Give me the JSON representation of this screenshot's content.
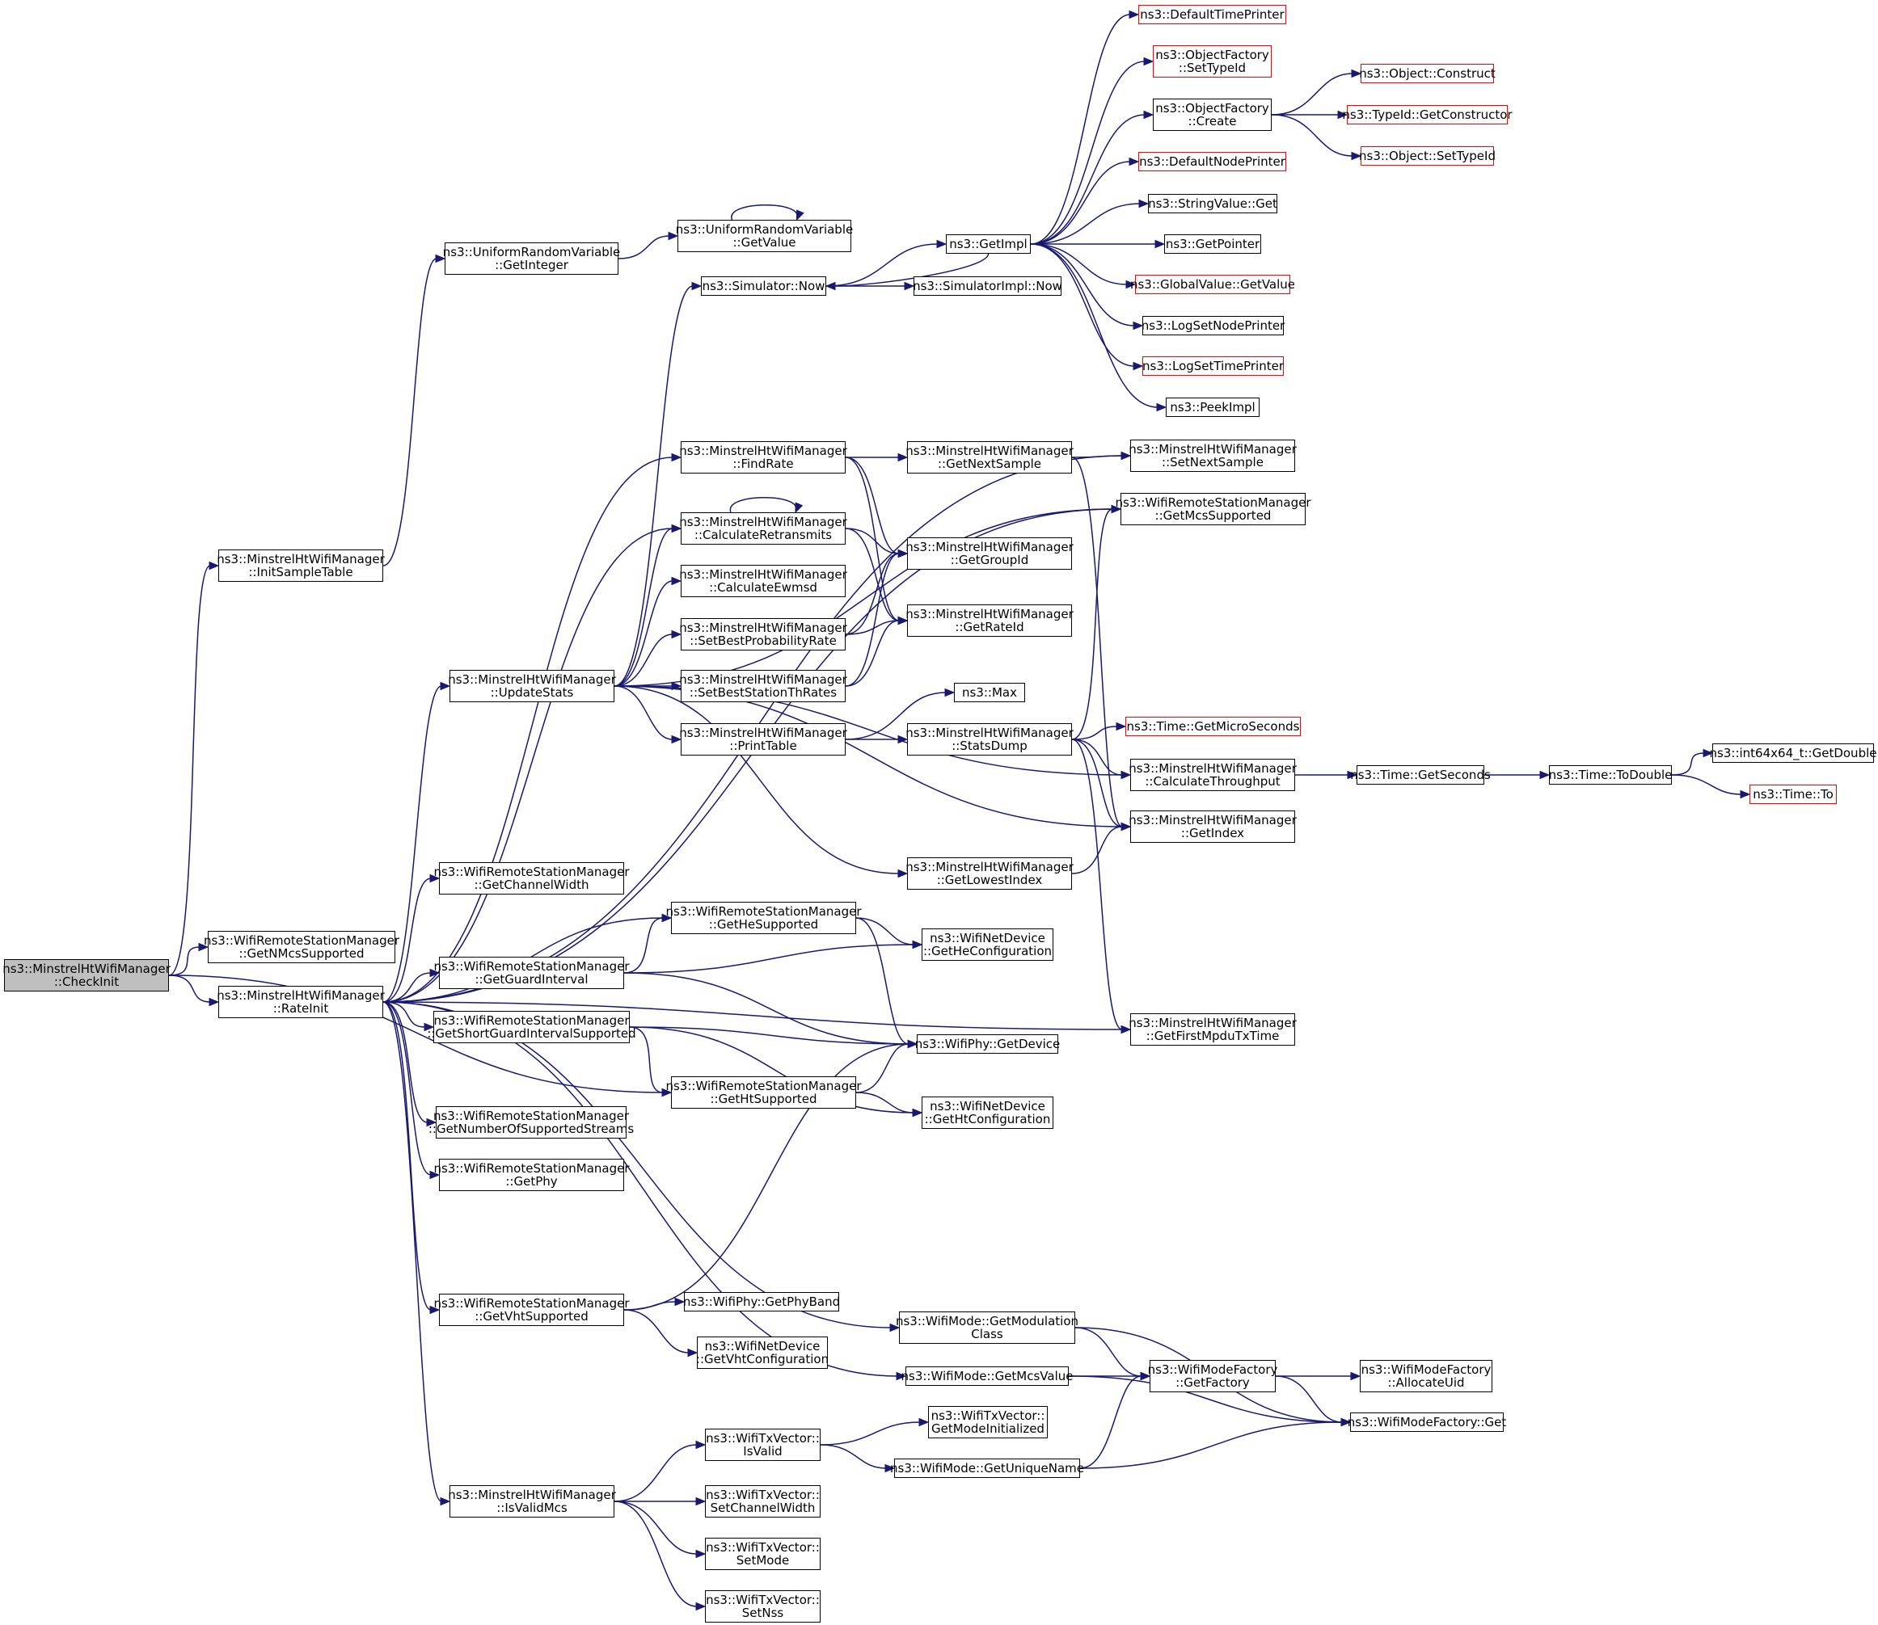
{
  "colors": {
    "edge": "#191970",
    "node_border": "#000000",
    "incomplete_border": "#ff0000",
    "root_fill": "#bfbfbf"
  },
  "nodes": {
    "checkinit": [
      "ns3::MinstrelHtWifiManager",
      "::CheckInit"
    ],
    "initsampletable": [
      "ns3::MinstrelHtWifiManager",
      "::InitSampleTable"
    ],
    "getnmcs": [
      "ns3::WifiRemoteStationManager",
      "::GetNMcsSupported"
    ],
    "rateinit": [
      "ns3::MinstrelHtWifiManager",
      "::RateInit"
    ],
    "urv_getinteger": [
      "ns3::UniformRandomVariable",
      "::GetInteger"
    ],
    "urv_getvalue": [
      "ns3::UniformRandomVariable",
      "::GetValue"
    ],
    "sim_now": [
      "ns3::Simulator::Now"
    ],
    "simimpl_now": [
      "ns3::SimulatorImpl::Now"
    ],
    "getimpl": [
      "ns3::GetImpl"
    ],
    "defaulttimeprinter": [
      "ns3::DefaultTimePrinter"
    ],
    "of_settypeid": [
      "ns3::ObjectFactory",
      "::SetTypeId"
    ],
    "of_create": [
      "ns3::ObjectFactory",
      "::Create"
    ],
    "obj_construct": [
      "ns3::Object::Construct"
    ],
    "typeid_getconstructor": [
      "ns3::TypeId::GetConstructor"
    ],
    "obj_settypeid": [
      "ns3::Object::SetTypeId"
    ],
    "defaultnodeprinter": [
      "ns3::DefaultNodePrinter"
    ],
    "stringvalue_get": [
      "ns3::StringValue::Get"
    ],
    "getpointer": [
      "ns3::GetPointer"
    ],
    "globalvalue_getvalue": [
      "ns3::GlobalValue::GetValue"
    ],
    "logsetnodeprinter": [
      "ns3::LogSetNodePrinter"
    ],
    "logsettimeprinter": [
      "ns3::LogSetTimePrinter"
    ],
    "peekimpl": [
      "ns3::PeekImpl"
    ],
    "setnextsample": [
      "ns3::MinstrelHtWifiManager",
      "::SetNextSample"
    ],
    "getmcssupported": [
      "ns3::WifiRemoteStationManager",
      "::GetMcsSupported"
    ],
    "findrate": [
      "ns3::MinstrelHtWifiManager",
      "::FindRate"
    ],
    "getnextsample": [
      "ns3::MinstrelHtWifiManager",
      "::GetNextSample"
    ],
    "calcretransmits": [
      "ns3::MinstrelHtWifiManager",
      "::CalculateRetransmits"
    ],
    "getgroupid": [
      "ns3::MinstrelHtWifiManager",
      "::GetGroupId"
    ],
    "calcewmsd": [
      "ns3::MinstrelHtWifiManager",
      "::CalculateEwmsd"
    ],
    "setbestprob": [
      "ns3::MinstrelHtWifiManager",
      "::SetBestProbabilityRate"
    ],
    "getrateid": [
      "ns3::MinstrelHtWifiManager",
      "::GetRateId"
    ],
    "updatestats": [
      "ns3::MinstrelHtWifiManager",
      "::UpdateStats"
    ],
    "setbeststation": [
      "ns3::MinstrelHtWifiManager",
      "::SetBestStationThRates"
    ],
    "max": [
      "ns3::Max"
    ],
    "printtable": [
      "ns3::MinstrelHtWifiManager",
      "::PrintTable"
    ],
    "statsdump": [
      "ns3::MinstrelHtWifiManager",
      "::StatsDump"
    ],
    "getmicroseconds": [
      "ns3::Time::GetMicroSeconds"
    ],
    "calcthroughput": [
      "ns3::MinstrelHtWifiManager",
      "::CalculateThroughput"
    ],
    "time_getseconds": [
      "ns3::Time::GetSeconds"
    ],
    "time_todouble": [
      "ns3::Time::ToDouble"
    ],
    "int64_getdouble": [
      "ns3::int64x64_t::GetDouble"
    ],
    "time_to": [
      "ns3::Time::To"
    ],
    "getindex": [
      "ns3::MinstrelHtWifiManager",
      "::GetIndex"
    ],
    "getlowestindex": [
      "ns3::MinstrelHtWifiManager",
      "::GetLowestIndex"
    ],
    "getchannelwidth": [
      "ns3::WifiRemoteStationManager",
      "::GetChannelWidth"
    ],
    "gethesupported": [
      "ns3::WifiRemoteStationManager",
      "::GetHeSupported"
    ],
    "getheconfig": [
      "ns3::WifiNetDevice",
      "::GetHeConfiguration"
    ],
    "getguardinterval": [
      "ns3::WifiRemoteStationManager",
      "::GetGuardInterval"
    ],
    "getfirstmpdu": [
      "ns3::MinstrelHtWifiManager",
      "::GetFirstMpduTxTime"
    ],
    "getshortgi": [
      "ns3::WifiRemoteStationManager",
      "::GetShortGuardIntervalSupported"
    ],
    "wifiphy_getdevice": [
      "ns3::WifiPhy::GetDevice"
    ],
    "gethtsupported": [
      "ns3::WifiRemoteStationManager",
      "::GetHtSupported"
    ],
    "gethtconfig": [
      "ns3::WifiNetDevice",
      "::GetHtConfiguration"
    ],
    "getnumstreams": [
      "ns3::WifiRemoteStationManager",
      "::GetNumberOfSupportedStreams"
    ],
    "getphy": [
      "ns3::WifiRemoteStationManager",
      "::GetPhy"
    ],
    "getvhtsupported": [
      "ns3::WifiRemoteStationManager",
      "::GetVhtSupported"
    ],
    "getphyband": [
      "ns3::WifiPhy::GetPhyBand"
    ],
    "getvhtconfig": [
      "ns3::WifiNetDevice",
      "::GetVhtConfiguration"
    ],
    "getmodclass": [
      "ns3::WifiMode::GetModulation",
      "Class"
    ],
    "getfactory": [
      "ns3::WifiModeFactory",
      "::GetFactory"
    ],
    "allocateuid": [
      "ns3::WifiModeFactory",
      "::AllocateUid"
    ],
    "getmcsvalue": [
      "ns3::WifiMode::GetMcsValue"
    ],
    "wmf_get": [
      "ns3::WifiModeFactory::Get"
    ],
    "txv_isvalid": [
      "ns3::WifiTxVector::",
      "IsValid"
    ],
    "getmodeinit": [
      "ns3::WifiTxVector::",
      "GetModeInitialized"
    ],
    "getuniquename": [
      "ns3::WifiMode::GetUniqueName"
    ],
    "isvalidmcs": [
      "ns3::MinstrelHtWifiManager",
      "::IsValidMcs"
    ],
    "setchannelwidth": [
      "ns3::WifiTxVector::",
      "SetChannelWidth"
    ],
    "setmode": [
      "ns3::WifiTxVector::",
      "SetMode"
    ],
    "setnss": [
      "ns3::WifiTxVector::",
      "SetNss"
    ]
  },
  "edges": [
    [
      "checkinit",
      "initsampletable"
    ],
    [
      "checkinit",
      "getnmcs"
    ],
    [
      "checkinit",
      "rateinit"
    ],
    [
      "checkinit",
      "gethtsupported"
    ],
    [
      "initsampletable",
      "urv_getinteger"
    ],
    [
      "urv_getinteger",
      "urv_getvalue"
    ],
    [
      "urv_getvalue",
      "urv_getvalue"
    ],
    [
      "sim_now",
      "getimpl"
    ],
    [
      "sim_now",
      "simimpl_now"
    ],
    [
      "getimpl",
      "defaulttimeprinter"
    ],
    [
      "getimpl",
      "of_settypeid"
    ],
    [
      "getimpl",
      "of_create"
    ],
    [
      "getimpl",
      "defaultnodeprinter"
    ],
    [
      "getimpl",
      "stringvalue_get"
    ],
    [
      "getimpl",
      "getpointer"
    ],
    [
      "getimpl",
      "globalvalue_getvalue"
    ],
    [
      "getimpl",
      "logsetnodeprinter"
    ],
    [
      "getimpl",
      "logsettimeprinter"
    ],
    [
      "getimpl",
      "peekimpl"
    ],
    [
      "getimpl",
      "sim_now"
    ],
    [
      "of_create",
      "obj_construct"
    ],
    [
      "of_create",
      "typeid_getconstructor"
    ],
    [
      "of_create",
      "obj_settypeid"
    ],
    [
      "rateinit",
      "setnextsample"
    ],
    [
      "rateinit",
      "getmcssupported"
    ],
    [
      "rateinit",
      "findrate"
    ],
    [
      "rateinit",
      "calcretransmits"
    ],
    [
      "rateinit",
      "updatestats"
    ],
    [
      "rateinit",
      "getchannelwidth"
    ],
    [
      "rateinit",
      "gethesupported"
    ],
    [
      "rateinit",
      "getguardinterval"
    ],
    [
      "rateinit",
      "getshortgi"
    ],
    [
      "rateinit",
      "getnumstreams"
    ],
    [
      "rateinit",
      "getphy"
    ],
    [
      "rateinit",
      "getvhtsupported"
    ],
    [
      "rateinit",
      "getmodclass"
    ],
    [
      "rateinit",
      "getmcsvalue"
    ],
    [
      "rateinit",
      "isvalidmcs"
    ],
    [
      "rateinit",
      "getfirstmpdu"
    ],
    [
      "findrate",
      "getnextsample"
    ],
    [
      "findrate",
      "getgroupid"
    ],
    [
      "findrate",
      "getrateid"
    ],
    [
      "getnextsample",
      "setnextsample"
    ],
    [
      "getnextsample",
      "getindex"
    ],
    [
      "calcretransmits",
      "calcretransmits"
    ],
    [
      "calcretransmits",
      "getgroupid"
    ],
    [
      "calcretransmits",
      "getrateid"
    ],
    [
      "setbestprob",
      "getgroupid"
    ],
    [
      "setbestprob",
      "getrateid"
    ],
    [
      "setbeststation",
      "getgroupid"
    ],
    [
      "setbeststation",
      "getrateid"
    ],
    [
      "updatestats",
      "sim_now"
    ],
    [
      "updatestats",
      "getmcssupported"
    ],
    [
      "updatestats",
      "calcretransmits"
    ],
    [
      "updatestats",
      "calcewmsd"
    ],
    [
      "updatestats",
      "setbestprob"
    ],
    [
      "updatestats",
      "setbeststation"
    ],
    [
      "updatestats",
      "printtable"
    ],
    [
      "updatestats",
      "calcthroughput"
    ],
    [
      "updatestats",
      "getindex"
    ],
    [
      "updatestats",
      "getlowestindex"
    ],
    [
      "printtable",
      "max"
    ],
    [
      "printtable",
      "statsdump"
    ],
    [
      "statsdump",
      "getmcssupported"
    ],
    [
      "statsdump",
      "getmicroseconds"
    ],
    [
      "statsdump",
      "calcthroughput"
    ],
    [
      "statsdump",
      "getindex"
    ],
    [
      "statsdump",
      "getfirstmpdu"
    ],
    [
      "calcthroughput",
      "time_getseconds"
    ],
    [
      "time_getseconds",
      "time_todouble"
    ],
    [
      "time_todouble",
      "int64_getdouble"
    ],
    [
      "time_todouble",
      "time_to"
    ],
    [
      "getlowestindex",
      "getindex"
    ],
    [
      "gethesupported",
      "getheconfig"
    ],
    [
      "gethesupported",
      "wifiphy_getdevice"
    ],
    [
      "getguardinterval",
      "gethesupported"
    ],
    [
      "getguardinterval",
      "getheconfig"
    ],
    [
      "getguardinterval",
      "wifiphy_getdevice"
    ],
    [
      "getshortgi",
      "wifiphy_getdevice"
    ],
    [
      "getshortgi",
      "gethtsupported"
    ],
    [
      "getshortgi",
      "gethtconfig"
    ],
    [
      "gethtsupported",
      "wifiphy_getdevice"
    ],
    [
      "gethtsupported",
      "gethtconfig"
    ],
    [
      "getvhtsupported",
      "wifiphy_getdevice"
    ],
    [
      "getvhtsupported",
      "getphyband"
    ],
    [
      "getvhtsupported",
      "getvhtconfig"
    ],
    [
      "getmodclass",
      "getfactory"
    ],
    [
      "getmodclass",
      "wmf_get"
    ],
    [
      "getmcsvalue",
      "getfactory"
    ],
    [
      "getmcsvalue",
      "wmf_get"
    ],
    [
      "getfactory",
      "allocateuid"
    ],
    [
      "getfactory",
      "wmf_get"
    ],
    [
      "isvalidmcs",
      "txv_isvalid"
    ],
    [
      "isvalidmcs",
      "setchannelwidth"
    ],
    [
      "isvalidmcs",
      "setmode"
    ],
    [
      "isvalidmcs",
      "setnss"
    ],
    [
      "txv_isvalid",
      "getmodeinit"
    ],
    [
      "txv_isvalid",
      "getuniquename"
    ],
    [
      "getuniquename",
      "getfactory"
    ],
    [
      "getuniquename",
      "wmf_get"
    ]
  ]
}
